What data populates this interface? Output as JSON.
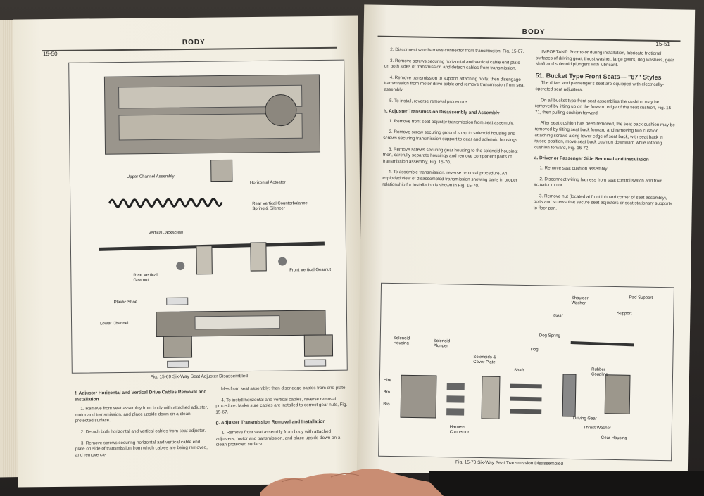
{
  "left_page": {
    "section": "BODY",
    "page_number": "15-50",
    "figure_caption": "Fig. 15-69 Six-Way Seat Adjuster Disassembled",
    "figure_labels": {
      "upper_channel": "Upper Channel Assembly",
      "horizontal_actuator": "Horizontal Actuator",
      "rear_spring": "Rear Vertical Counterbalance Spring & Silencer",
      "jackscrew": "Vertical Jackscrew",
      "rear_gearnut": "Rear Vertical Gearnut",
      "front_gearnut": "Front Vertical Gearnut",
      "plastic_shoe": "Plastic Shoe",
      "lower_channel": "Lower Channel"
    },
    "col1_heading": "f. Adjuster Horizontal and Vertical Drive Cables Removal and Installation",
    "col1_paragraphs": [
      "1. Remove front seat assembly from body with attached adjuster, motor and transmission, and place upside down on a clean protected surface.",
      "2. Detach both horizontal and vertical cables from seat adjuster.",
      "3. Remove screws securing horizontal and vertical cable end plate on side of transmission from which cables are being removed, and remove ca-"
    ],
    "col2_paragraphs": [
      "bles from seat assembly; then disengage cables from end plate.",
      "4. To install horizontal and vertical cables, reverse removal procedure. Make sure cables are installed to correct gear nuts, Fig. 15-67."
    ],
    "col2_heading": "g. Adjuster Transmission Removal and Installation",
    "col2_paragraphs_2": [
      "1. Remove front seat assembly from body with attached adjusters, motor and transmission, and place upside down on a clean protected surface."
    ]
  },
  "right_page": {
    "section": "BODY",
    "page_number": "15-51",
    "col1_paragraphs": [
      "2. Disconnect wire harness connector from transmission, Fig. 15-67.",
      "3. Remove screws securing horizontal and vertical cable end plate on both sides of transmission and detach cables from transmission.",
      "4. Remove transmission to support attaching bolts; then disengage transmission from motor drive cable and remove transmission from seat assembly.",
      "5. To install, reverse removal procedure."
    ],
    "col1_heading": "h. Adjuster Transmission Disassembly and Assembly",
    "col1_paragraphs_2": [
      "1. Remove front seat adjuster transmission from seat assembly.",
      "2. Remove screw securing ground strap to solenoid housing and screws securing transmission support to gear and solenoid housings.",
      "3. Remove screws securing gear housing to the solenoid housing; then, carefully separate housings and remove component parts of transmission assembly, Fig. 15-70.",
      "4. To assemble transmission, reverse removal procedure. An exploded view of disassembled transmission showing parts in proper relationship for installation is shown in Fig. 15-70."
    ],
    "col2_paragraphs": [
      "IMPORTANT: Prior to or during installation, lubricate frictional surfaces of driving gear, thrust washer, large gears, dog washers, gear shaft and solenoid plungers with lubricant."
    ],
    "col2_heading": "51. Bucket Type Front Seats— \"67\" Styles",
    "col2_paragraphs_2": [
      "The driver and passenger's seat are equipped with electrically-operated seat adjusters.",
      "On all bucket type front seat assemblies the cushion may be removed by lifting up on the forward edge of the seat cushion, Fig. 15-71, then pulling cushion forward.",
      "After seat cushion has been removed, the seat back cushion may be removed by tilting seat back forward and removing two cushion attaching screws along lower edge of seat back; with seat back in raised position, move seat back cushion downward while rotating cushion forward, Fig. 15-72."
    ],
    "col2_heading_2": "a. Driver or Passenger Side Removal and Installation",
    "col2_paragraphs_3": [
      "1. Remove seat cushion assembly.",
      "2. Disconnect wiring harness from seat control switch and from actuator motor.",
      "3. Remove nut (located at front inboard corner of seat assembly), bolts and screws that secure seat adjusters or seat stationary supports to floor pan."
    ],
    "figure_caption": "Fig. 15-70 Six-Way Seat Transmission Disassembled",
    "figure_labels": {
      "shoulder_washer": "Shoulder Washer",
      "pad_support": "Pad Support",
      "support": "Support",
      "gear": "Gear",
      "dog_spring": "Dog Spring",
      "dog": "Dog",
      "solenoid_housing": "Solenoid Housing",
      "solenoid_plunger": "Solenoid Plunger",
      "solenoids_cover": "Solenoids & Cover Plate",
      "shaft": "Shaft",
      "rubber_coupling": "Rubber Coupling",
      "driving_gear": "Driving Gear",
      "thrust_washer": "Thrust Washer",
      "gear_housing": "Gear Housing",
      "harness_connector": "Harness Connector",
      "wire_1": "Hire",
      "wire_2": "Bro",
      "wire_3": "Bro"
    }
  }
}
